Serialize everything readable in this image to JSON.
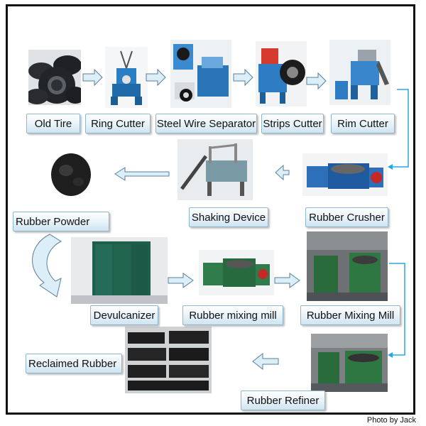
{
  "steps": [
    {
      "key": "old-tire",
      "label": "Old Tire"
    },
    {
      "key": "ring-cutter",
      "label": "Ring Cutter"
    },
    {
      "key": "steel-wire-separator",
      "label": "Steel Wire Separator"
    },
    {
      "key": "strips-cutter",
      "label": "Strips Cutter"
    },
    {
      "key": "rim-cutter",
      "label": "Rim Cutter"
    },
    {
      "key": "rubber-crusher",
      "label": "Rubber Crusher"
    },
    {
      "key": "shaking-device",
      "label": "Shaking Device"
    },
    {
      "key": "rubber-powder",
      "label": "Rubber Powder"
    },
    {
      "key": "devulcanizer",
      "label": "Devulcanizer"
    },
    {
      "key": "rubber-mixing-mill-1",
      "label": "Rubber mixing mill"
    },
    {
      "key": "rubber-mixing-mill-2",
      "label": "Rubber Mixing Mill"
    },
    {
      "key": "rubber-refiner",
      "label": "Rubber Refiner"
    },
    {
      "key": "reclaimed-rubber",
      "label": "Reclaimed Rubber"
    }
  ],
  "credit": "Photo by Jack",
  "colors": {
    "arrow_fill": "#dceef7",
    "arrow_stroke": "#5a7f99",
    "connector": "#2aa7e0",
    "label_border": "#8fb8cf"
  }
}
